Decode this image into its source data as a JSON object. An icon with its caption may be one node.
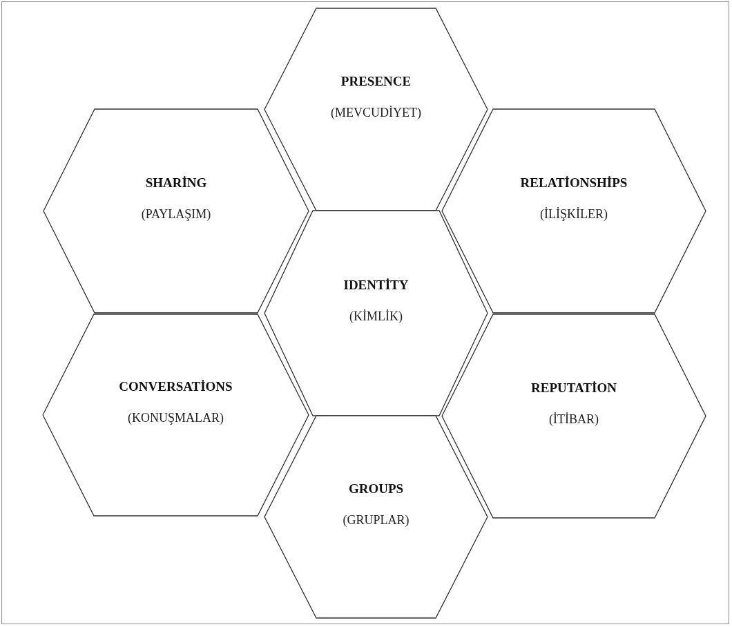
{
  "diagram": {
    "nodes": [
      {
        "text": [
          "PRESENCE",
          "(MEVCUDİYET)"
        ]
      },
      {
        "text": [
          "SHARİNG",
          "(PAYLAŞIM)"
        ]
      },
      {
        "text": [
          "RELATİONSHİPS",
          "(İLİŞKİLER)"
        ]
      },
      {
        "text": [
          "IDENTİTY",
          "(KİMLİK)"
        ]
      },
      {
        "text": [
          "CONVERSATİONS",
          "(KONUŞMALAR)"
        ]
      },
      {
        "text": [
          "REPUTATİON",
          "(İTİBAR)"
        ]
      },
      {
        "text": [
          "GROUPS",
          "(GRUPLAR)"
        ]
      }
    ]
  }
}
